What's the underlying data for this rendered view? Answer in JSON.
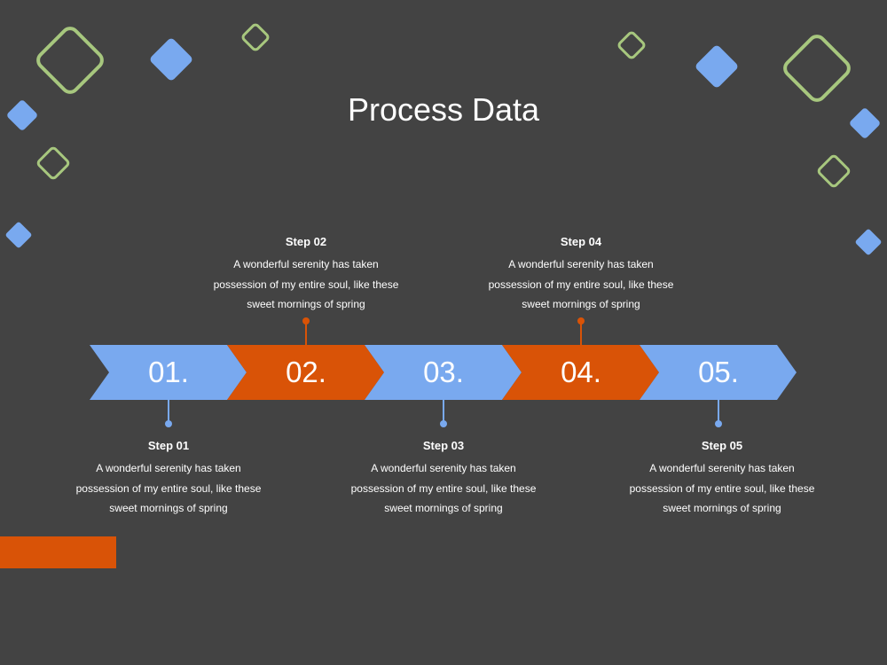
{
  "title": "Process Data",
  "colors": {
    "background": "#434343",
    "blue": "#79a9ef",
    "orange": "#d95307",
    "green_outline": "#a7c77e",
    "text": "#ffffff"
  },
  "steps": [
    {
      "number": "01.",
      "title": "Step 01",
      "description": "A wonderful serenity has taken possession of my entire soul, like these sweet mornings of spring",
      "color": "#79a9ef",
      "callout": "below"
    },
    {
      "number": "02.",
      "title": "Step 02",
      "description": "A wonderful serenity has taken possession of my entire soul, like these sweet mornings of spring",
      "color": "#d95307",
      "callout": "above"
    },
    {
      "number": "03.",
      "title": "Step 03",
      "description": "A wonderful serenity has taken possession of my entire soul, like these sweet mornings of spring",
      "color": "#79a9ef",
      "callout": "below"
    },
    {
      "number": "04.",
      "title": "Step 04",
      "description": "A wonderful serenity has taken possession of my entire soul, like these sweet mornings of spring",
      "color": "#d95307",
      "callout": "above"
    },
    {
      "number": "05.",
      "title": "Step 05",
      "description": "A wonderful serenity has taken possession of my entire soul, like these sweet mornings of spring",
      "color": "#79a9ef",
      "callout": "below"
    }
  ]
}
